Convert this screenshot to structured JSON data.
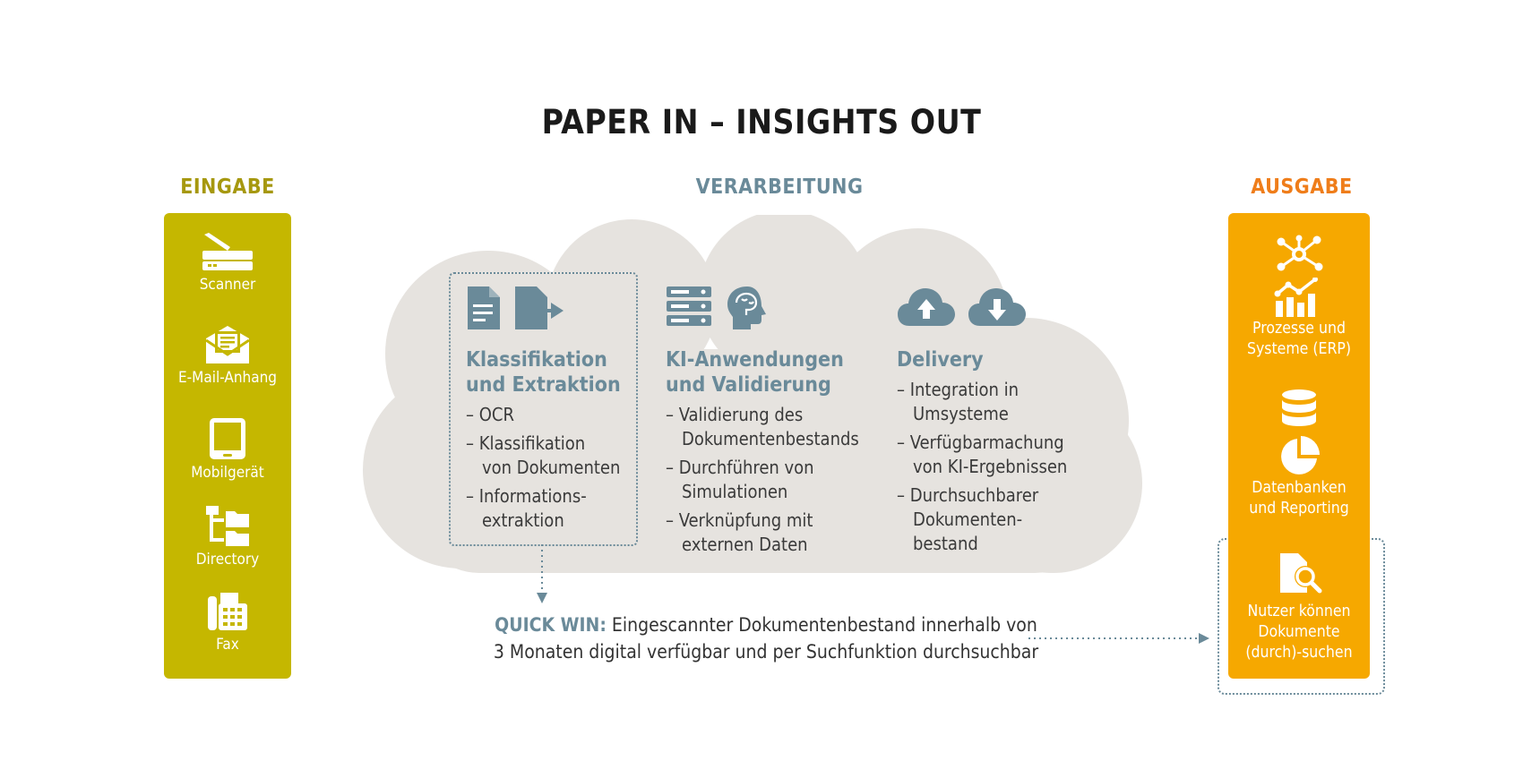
{
  "title": "PAPER IN – INSIGHTS OUT",
  "columns": {
    "input": "EINGABE",
    "processing": "VERARBEITUNG",
    "output": "AUSGABE"
  },
  "input_items": [
    {
      "label": "Scanner",
      "icon": "scanner-icon"
    },
    {
      "label": "E-Mail-Anhang",
      "icon": "email-attachment-icon"
    },
    {
      "label": "Mobilgerät",
      "icon": "tablet-icon"
    },
    {
      "label": "Directory",
      "icon": "directory-icon"
    },
    {
      "label": "Fax",
      "icon": "fax-icon"
    }
  ],
  "processing": [
    {
      "title_line1": "Klassifikation",
      "title_line2": "und Extraktion",
      "icons": [
        "document-icon",
        "document-export-icon"
      ],
      "items": [
        "OCR",
        "Klassifikation von Dokumenten",
        "Informations-extraktion"
      ]
    },
    {
      "title_line1": "KI-Anwendungen",
      "title_line2": "und Validierung",
      "icons": [
        "server-icon",
        "brain-head-icon"
      ],
      "items": [
        "Validierung des Dokumentenbestands",
        "Durchführen von Simulationen",
        "Verknüpfung mit externen Daten"
      ]
    },
    {
      "title_line1": "Delivery",
      "title_line2": "",
      "icons": [
        "cloud-upload-icon",
        "cloud-download-icon"
      ],
      "items": [
        "Integration in Umsysteme",
        "Verfügbarmachung von KI-Ergebnissen",
        "Durchsuchbarer Dokumenten-bestand"
      ]
    }
  ],
  "output_items": [
    {
      "line1": "Prozesse und",
      "line2": "Systeme (ERP)",
      "line3": "",
      "icons": [
        "network-icon",
        "bar-chart-icon"
      ]
    },
    {
      "line1": "Datenbanken",
      "line2": "und Reporting",
      "line3": "",
      "icons": [
        "database-icon",
        "pie-chart-icon"
      ]
    },
    {
      "line1": "Nutzer können",
      "line2": "Dokumente",
      "line3": "(durch)-suchen",
      "icons": [
        "document-search-icon"
      ]
    }
  ],
  "quick_win": {
    "label": "QUICK WIN:",
    "line1": "Eingescannter Dokumentenbestand innerhalb von",
    "line2": "3 Monaten digital verfügbar und per Suchfunktion durchsuchbar"
  },
  "colors": {
    "input": "#c5b700",
    "output": "#f6a800",
    "accent": "#6a8a99",
    "cloud": "#e6e3df"
  }
}
